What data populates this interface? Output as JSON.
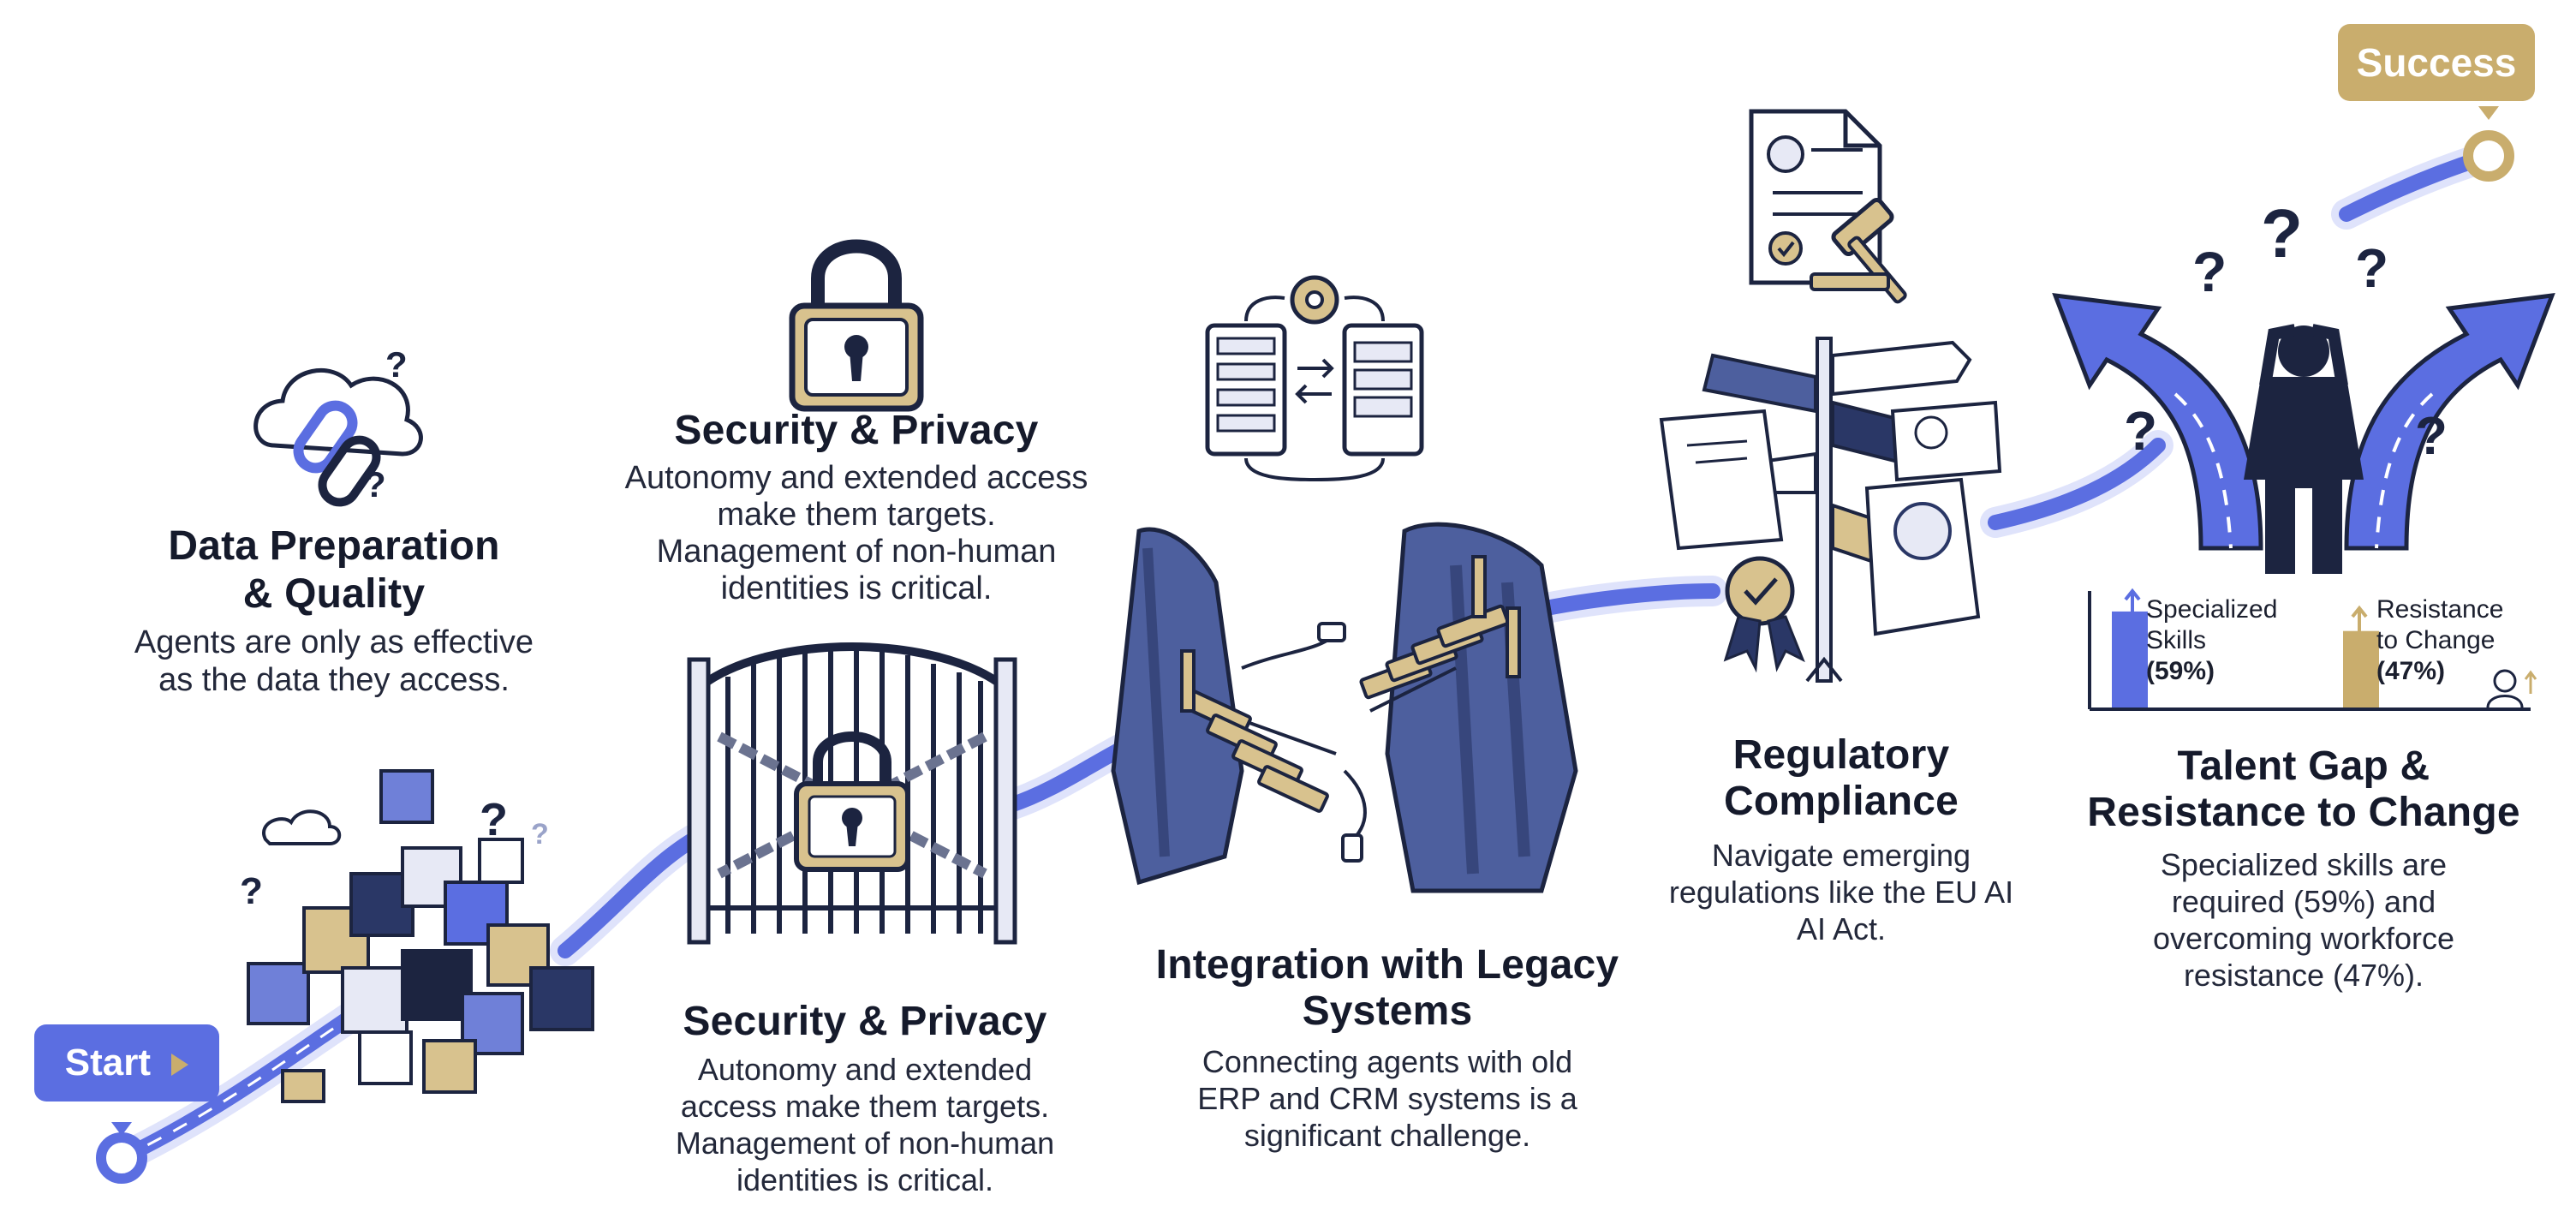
{
  "start_label": "Start",
  "success_label": "Success",
  "colors": {
    "path": "#5b6ee1",
    "navy": "#2a3766",
    "gold": "#c9ad6d",
    "ink": "#1c2440"
  },
  "stages": [
    {
      "id": "data-preparation",
      "title_lines": [
        "Data Preparation",
        "& Quality"
      ],
      "desc_lines": [
        "Agents are only as effective",
        "as the data they access."
      ]
    },
    {
      "id": "security-privacy-upper",
      "title_lines": [
        "Security & Privacy"
      ],
      "desc_lines": [
        "Autonomy and extended access",
        "make them targets.",
        "Management of non-human",
        "identities is critical."
      ]
    },
    {
      "id": "security-privacy-lower",
      "title_lines": [
        "Security & Privacy"
      ],
      "desc_lines": [
        "Autonomy and extended",
        "access make them targets.",
        "Management of non-human",
        "identities is critical."
      ]
    },
    {
      "id": "legacy-integration",
      "title_lines": [
        "Integration with Legacy",
        "Systems"
      ],
      "desc_lines": [
        "Connecting agents with old",
        "ERP and CRM systems is a",
        "significant challenge."
      ]
    },
    {
      "id": "regulatory-compliance",
      "title_lines": [
        "Regulatory",
        "Compliance"
      ],
      "desc_lines": [
        "Navigate emerging",
        "regulations like the EU AI",
        "AI Act."
      ]
    },
    {
      "id": "talent-gap",
      "title_lines": [
        "Talent Gap &",
        "Resistance to Change"
      ],
      "desc_lines": [
        "Specialized skills are",
        "required (59%) and",
        "overcoming workforce",
        "resistance (47%)."
      ]
    }
  ],
  "chart_data": {
    "type": "bar",
    "categories": [
      "Specialized Skills",
      "Resistance to Change"
    ],
    "label_lines": [
      [
        "Specialized",
        "Skills"
      ],
      [
        "Resistance",
        "to Change"
      ]
    ],
    "values": [
      59,
      47
    ],
    "value_labels": [
      "(59%)",
      "(47%)"
    ],
    "colors": [
      "#5b6ee1",
      "#c9ad6d"
    ],
    "title": "",
    "xlabel": "",
    "ylabel": ""
  },
  "icons": [
    "broken-chain-cloud-icon",
    "data-cubes-icon",
    "padlock-icon",
    "locked-gate-icon",
    "server-sync-icon",
    "broken-bridge-icon",
    "legal-document-gavel-icon",
    "signpost-icon",
    "person-crossroads-icon"
  ]
}
